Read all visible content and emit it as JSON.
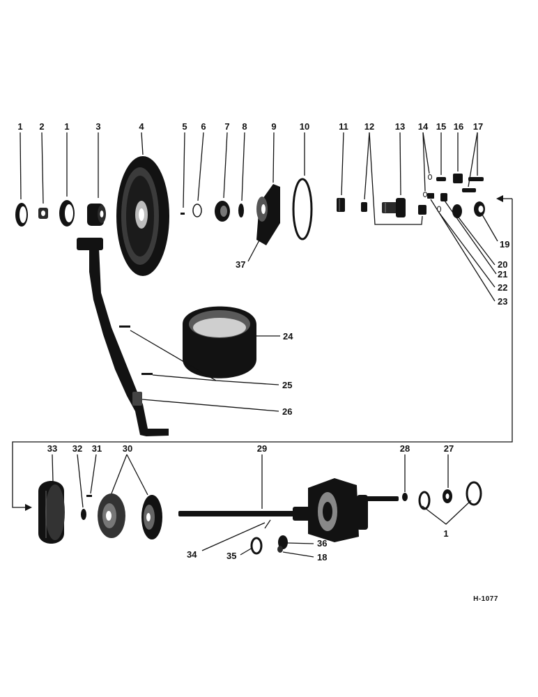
{
  "drawing_ref": "H-1077",
  "callouts": [
    "1",
    "2",
    "1",
    "3",
    "4",
    "5",
    "6",
    "7",
    "8",
    "9",
    "10",
    "11",
    "12",
    "13",
    "14",
    "15",
    "16",
    "17",
    "19",
    "20",
    "21",
    "22",
    "23",
    "24",
    "25",
    "26",
    "37",
    "33",
    "32",
    "31",
    "30",
    "29",
    "28",
    "27",
    "1",
    "34",
    "35",
    "36",
    "18"
  ],
  "parts": [
    {
      "id": "1",
      "icon": "snap-ring-icon"
    },
    {
      "id": "2",
      "icon": "nut-icon"
    },
    {
      "id": "3",
      "icon": "hub-icon"
    },
    {
      "id": "4",
      "icon": "v-belt-pulley-icon"
    },
    {
      "id": "5",
      "icon": "key-icon"
    },
    {
      "id": "6",
      "icon": "o-ring-icon"
    },
    {
      "id": "7",
      "icon": "bearing-icon"
    },
    {
      "id": "8",
      "icon": "washer-icon"
    },
    {
      "id": "9",
      "icon": "housing-icon"
    },
    {
      "id": "10",
      "icon": "gasket-icon"
    },
    {
      "id": "11",
      "icon": "bushing-icon"
    },
    {
      "id": "12",
      "icon": "washer-icon"
    },
    {
      "id": "13",
      "icon": "shaft-icon"
    },
    {
      "id": "24",
      "icon": "belt-icon"
    },
    {
      "id": "26",
      "icon": "lever-arm-icon"
    },
    {
      "id": "29",
      "icon": "rotor-shaft-icon"
    },
    {
      "id": "30",
      "icon": "fan-icon"
    },
    {
      "id": "33",
      "icon": "drum-icon"
    }
  ]
}
